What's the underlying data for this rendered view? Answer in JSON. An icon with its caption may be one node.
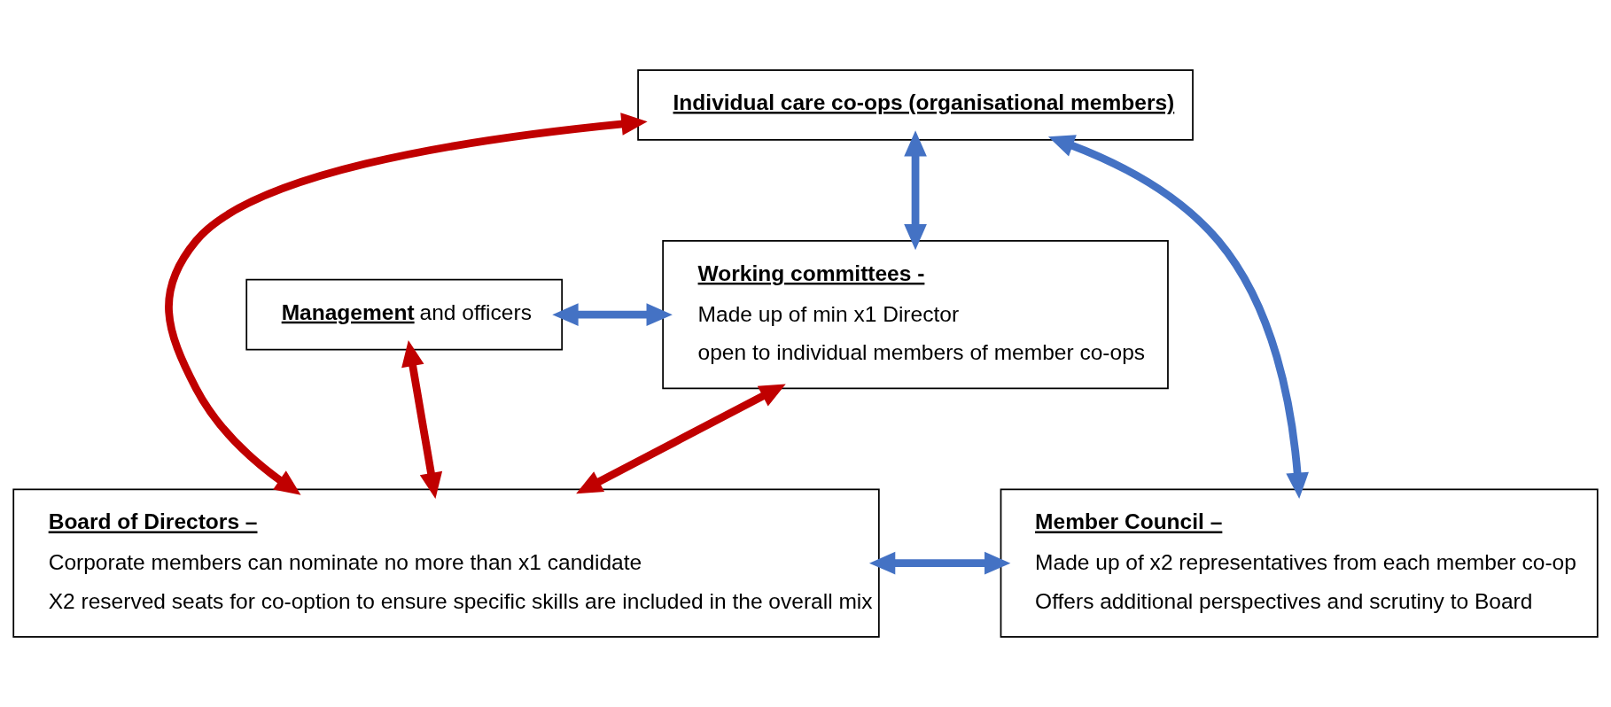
{
  "diagram": {
    "nodes": [
      {
        "text": [
          "Individual care co-ops (organisational members)"
        ]
      },
      {
        "text": [
          "**Management** and officers"
        ]
      },
      {
        "text": [
          "Working committees -",
          "Made up of min x1 Director",
          "open to individual members of member co-ops"
        ]
      },
      {
        "text": [
          "Board of Directors –",
          "Corporate members can nominate no more than x1 candidate",
          "X2 reserved seats for co-option to ensure specific skills are included in the overall mix"
        ]
      },
      {
        "text": [
          "Member Council –",
          "Made up of x2 representatives from each member co-op",
          "Offers additional perspectives and scrutiny to Board"
        ]
      }
    ],
    "edges": [
      {
        "from": 0,
        "to": 3,
        "arrow": "both",
        "color": "#c00000"
      },
      {
        "from": 0,
        "to": 2,
        "arrow": "both"
      },
      {
        "from": 1,
        "to": 3,
        "arrow": "both",
        "color": "#c00000"
      },
      {
        "from": 1,
        "to": 2,
        "arrow": "both"
      },
      {
        "from": 2,
        "to": 3,
        "arrow": "both",
        "color": "#c00000"
      },
      {
        "from": 3,
        "to": 4,
        "arrow": "both"
      },
      {
        "from": 0,
        "to": 4,
        "arrow": "both"
      }
    ]
  }
}
